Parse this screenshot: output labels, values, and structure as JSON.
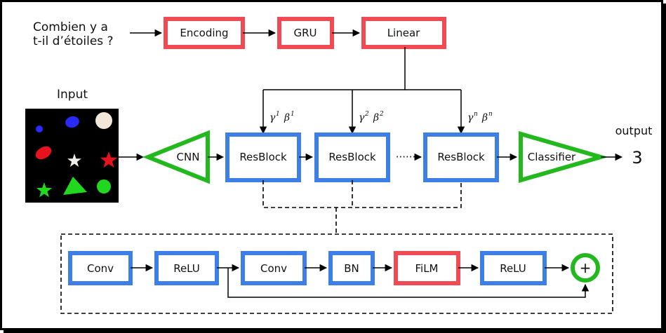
{
  "colors": {
    "red": "#f04a55",
    "blue": "#3d7fe6",
    "green": "#22b81e",
    "black": "#000000"
  },
  "question": {
    "line1": "Combien y a",
    "line2": "t-il d’étoiles ?"
  },
  "text_pipeline": {
    "encoding": "Encoding",
    "gru": "GRU",
    "linear": "Linear"
  },
  "input_label": "Input",
  "input_image_shapes": [
    "blue-circle",
    "blue-ellipse",
    "beige-circle",
    "red-ellipse",
    "white-star",
    "red-star",
    "green-star",
    "green-triangle",
    "green-circle"
  ],
  "main_pipeline": {
    "cnn": "CNN",
    "resblock_1": "ResBlock",
    "resblock_2": "ResBlock",
    "resblock_n": "ResBlock",
    "classifier": "Classifier",
    "ellipsis": "······"
  },
  "film_params": [
    {
      "gamma": "γ",
      "gamma_sup": "1",
      "beta": "β",
      "beta_sup": "1"
    },
    {
      "gamma": "γ",
      "gamma_sup": "2",
      "beta": "β",
      "beta_sup": "2"
    },
    {
      "gamma": "γ",
      "gamma_sup": "n",
      "beta": "β",
      "beta_sup": "n"
    }
  ],
  "output": {
    "label": "output",
    "value": "3"
  },
  "resblock_detail": {
    "conv1": "Conv",
    "relu1": "ReLU",
    "conv2": "Conv",
    "bn": "BN",
    "film": "FiLM",
    "relu2": "ReLU",
    "sum": "+"
  }
}
